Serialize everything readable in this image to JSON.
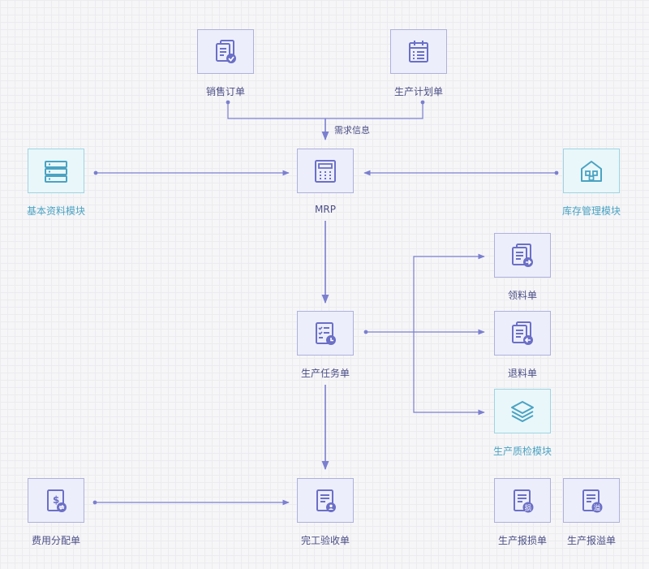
{
  "colors": {
    "primary": "#6b6fc6",
    "primary_bg": "#eceefb",
    "teal": "#4aa3c2",
    "teal_bg": "#e9f7fb",
    "line": "#7b7fcf"
  },
  "nodes": {
    "sales_order": {
      "label": "销售订单",
      "icon": "document-check-icon"
    },
    "production_plan": {
      "label": "生产计划单",
      "icon": "calendar-icon"
    },
    "basic_data": {
      "label": "基本资料模块",
      "icon": "server-stack-icon"
    },
    "mrp": {
      "label": "MRP",
      "icon": "calculator-icon"
    },
    "inventory": {
      "label": "库存管理模块",
      "icon": "warehouse-icon"
    },
    "material_requisition": {
      "label": "领料单",
      "icon": "document-arrow-right-icon"
    },
    "material_return": {
      "label": "退料单",
      "icon": "document-arrow-left-icon"
    },
    "production_task": {
      "label": "生产任务单",
      "icon": "checklist-clock-icon"
    },
    "quality_inspection": {
      "label": "生产质检模块",
      "icon": "layers-icon"
    },
    "cost_allocation": {
      "label": "费用分配单",
      "icon": "document-dollar-icon"
    },
    "completion_receipt": {
      "label": "完工验收单",
      "icon": "document-user-icon"
    },
    "production_loss": {
      "label": "生产报损单",
      "icon": "document-loss-icon"
    },
    "production_overflow": {
      "label": "生产报溢单",
      "icon": "document-overflow-icon"
    }
  },
  "edges": {
    "demand_info_label": "需求信息"
  },
  "badges": {
    "loss": "损",
    "overflow": "溢"
  }
}
